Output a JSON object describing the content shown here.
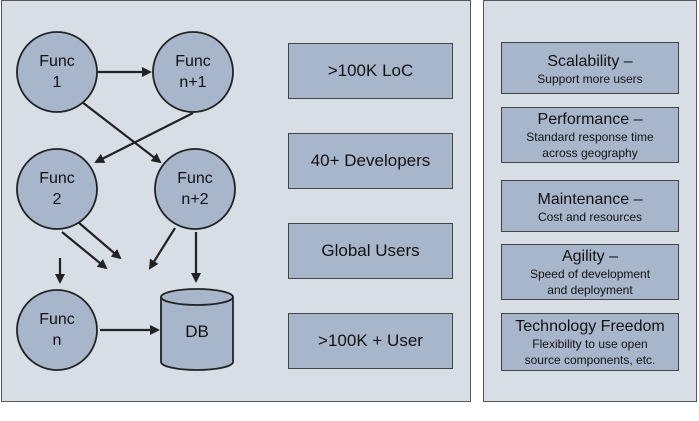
{
  "diagram": {
    "nodes": [
      {
        "id": "func1",
        "line1": "Func",
        "line2": "1"
      },
      {
        "id": "funcn1",
        "line1": "Func",
        "line2": "n+1"
      },
      {
        "id": "func2",
        "line1": "Func",
        "line2": "2"
      },
      {
        "id": "funcn2",
        "line1": "Func",
        "line2": "n+2"
      },
      {
        "id": "funcn",
        "line1": "Func",
        "line2": "n"
      }
    ],
    "db_label": "DB",
    "node_fill": "#a8b6cc",
    "stroke": "#222222"
  },
  "stats": [
    {
      "label": ">100K LoC"
    },
    {
      "label": "40+ Developers"
    },
    {
      "label": "Global Users"
    },
    {
      "label": ">100K + User"
    }
  ],
  "qualities": [
    {
      "title": "Scalability –",
      "desc": [
        "Support more users"
      ]
    },
    {
      "title": "Performance –",
      "desc": [
        "Standard response time",
        "across geography"
      ]
    },
    {
      "title": "Maintenance –",
      "desc": [
        "Cost and resources"
      ]
    },
    {
      "title": "Agility –",
      "desc": [
        "Speed of development",
        "and deployment"
      ]
    },
    {
      "title": "Technology Freedom",
      "desc": [
        "Flexibility to use open",
        "source components, etc."
      ]
    }
  ],
  "colors": {
    "panel_bg": "#d7dee6",
    "box_fill": "#a8b6cc",
    "border": "#444444"
  }
}
